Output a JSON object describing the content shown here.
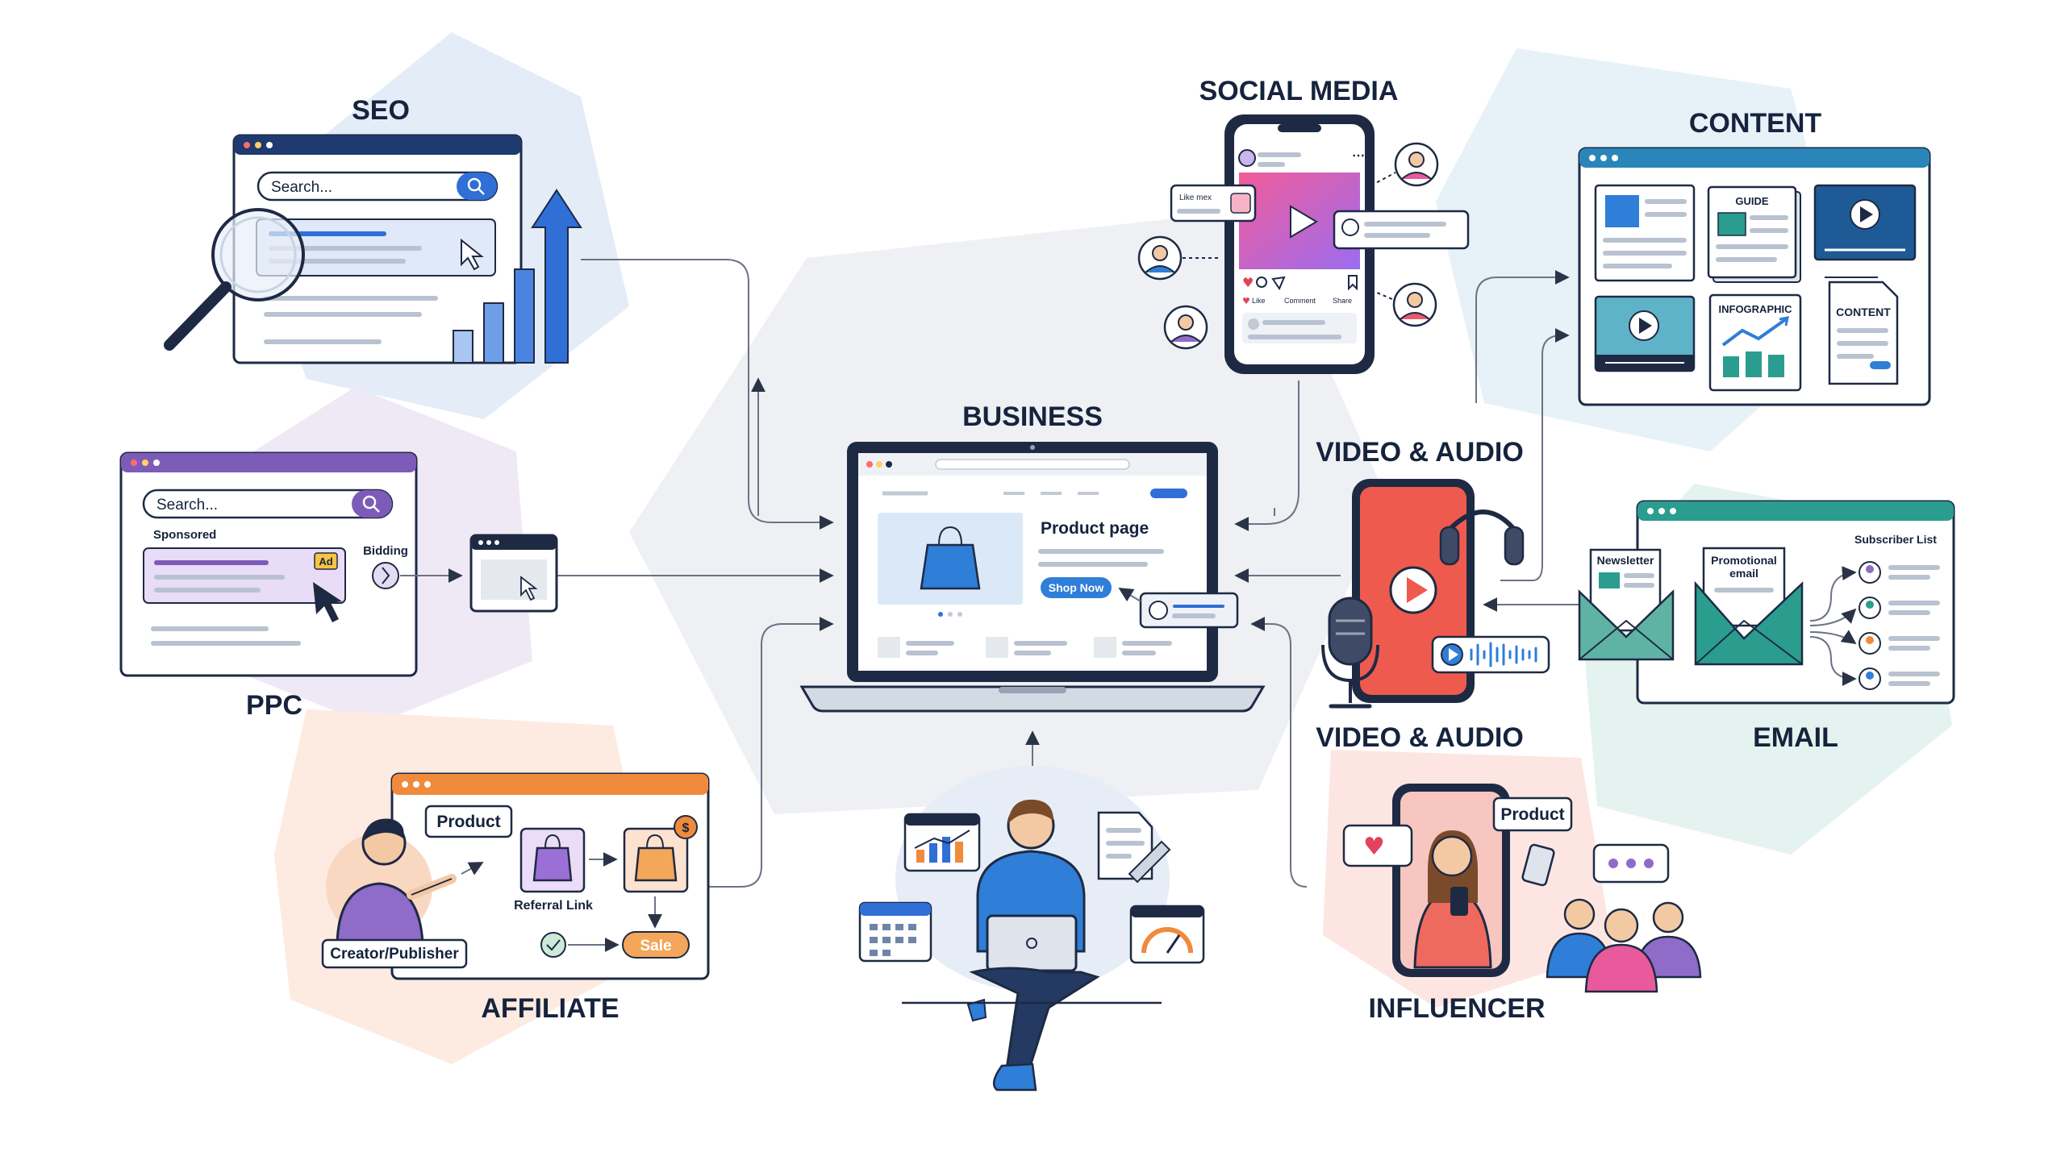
{
  "labels": {
    "seo": "SEO",
    "social_media": "SOCIAL MEDIA",
    "content": "CONTENT",
    "business": "BUSINESS",
    "video_audio_top": "VIDEO & AUDIO",
    "video_audio_bottom": "VIDEO & AUDIO",
    "ppc": "PPC",
    "email": "EMAIL",
    "affiliate": "AFFILIATE",
    "influencer": "INFLUENCER"
  },
  "seo": {
    "search_placeholder": "Search..."
  },
  "ppc": {
    "search_placeholder": "Search...",
    "sponsored": "Sponsored",
    "ad_badge": "Ad",
    "bidding": "Bidding"
  },
  "social": {
    "like_bubble": "Like mex",
    "like": "Like",
    "comment": "Comment",
    "share": "Share"
  },
  "content": {
    "guide": "GUIDE",
    "infographic": "INFOGRAPHIC",
    "content_doc": "CONTENT"
  },
  "business": {
    "product_page": "Product page",
    "shop_now": "Shop Now"
  },
  "email": {
    "subscriber_list": "Subscriber List",
    "newsletter": "Newsletter",
    "promotional_line1": "Promotional",
    "promotional_line2": "email"
  },
  "affiliate": {
    "product": "Product",
    "referral_link": "Referral Link",
    "sale": "Sale",
    "creator": "Creator/Publisher"
  },
  "influencer": {
    "product": "Product"
  },
  "colors": {
    "navy": "#1e2a44",
    "seo_blue": "#2f6fd6",
    "ppc_purple": "#7d5bb8",
    "email_teal": "#2a9d8f",
    "affiliate_orange": "#f08a3c",
    "video_red": "#ef5a4e",
    "social_pink": "#e85a9b"
  }
}
